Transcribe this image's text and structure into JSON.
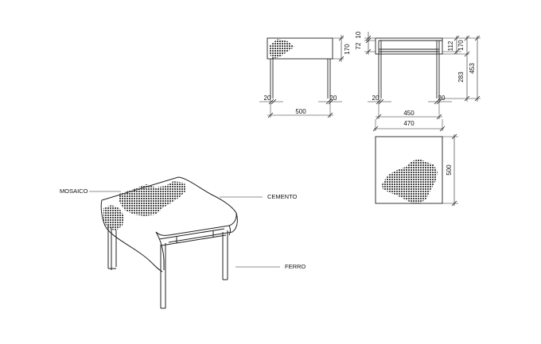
{
  "colors": {
    "line": "#222222",
    "pattern": "#4a4a4a",
    "background": "#ffffff"
  },
  "front_view": {
    "dims": {
      "height": "170",
      "width": "500",
      "leg_left": "20",
      "leg_right": "20"
    }
  },
  "side_view": {
    "dims": {
      "top_thickness": "10",
      "gap": "72",
      "shelf": "112",
      "upper_height": "170",
      "lower_height": "283",
      "total_height": "453",
      "width": "450",
      "leg_left": "20",
      "leg_right": "20"
    }
  },
  "top_view": {
    "dims": {
      "width": "470",
      "depth": "500"
    }
  },
  "perspective": {
    "labels": {
      "mosaic": "MOSAICO",
      "cement": "CEMENTO",
      "iron": "FERRO"
    }
  }
}
